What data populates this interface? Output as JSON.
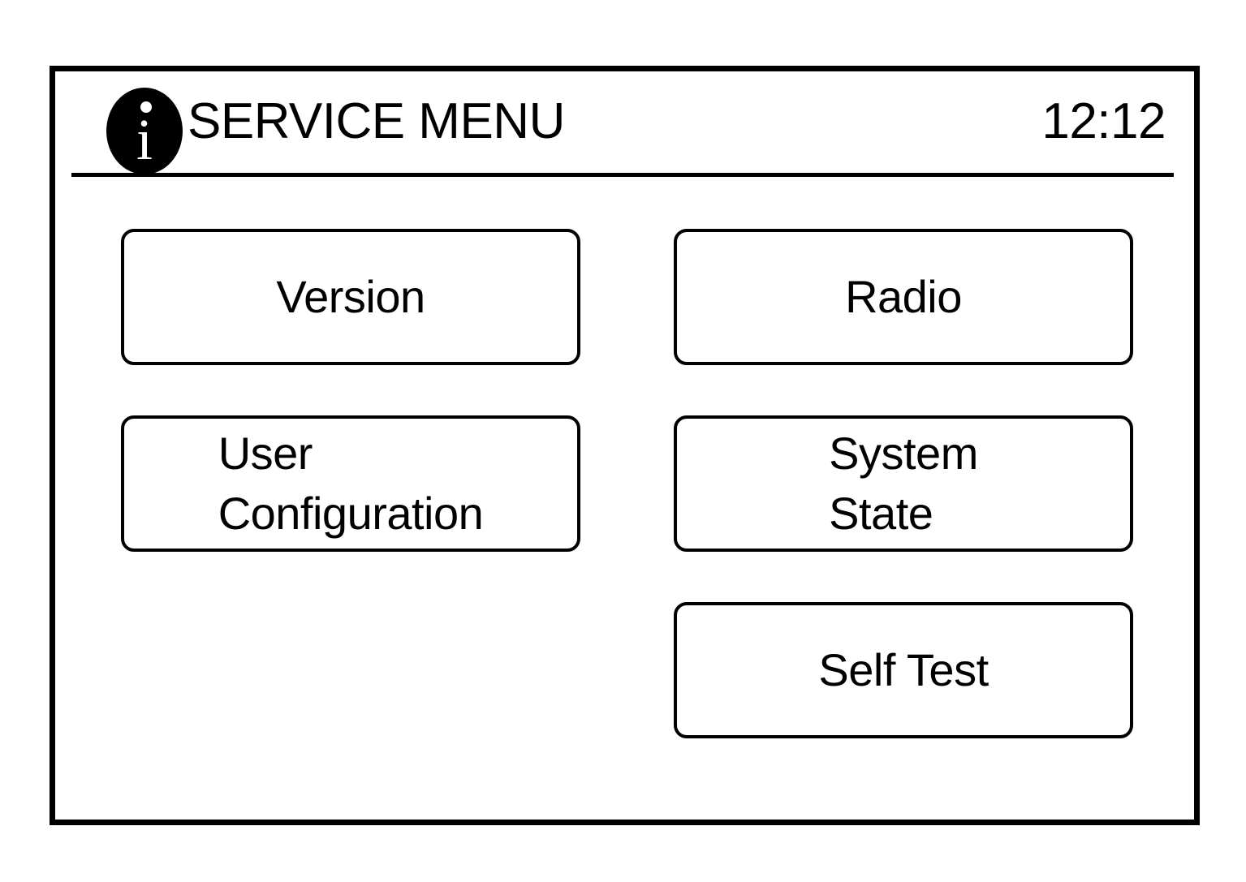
{
  "screen": {
    "header": {
      "icon": "info-icon",
      "icon_glyph": "i",
      "title": "SERVICE MENU",
      "clock": "12:12"
    },
    "menu": {
      "columns": [
        {
          "items": [
            {
              "id": "version",
              "label": "Version",
              "align": "center"
            },
            {
              "id": "user-configuration",
              "label": "User\nConfiguration",
              "align": "left"
            }
          ]
        },
        {
          "items": [
            {
              "id": "radio",
              "label": "Radio",
              "align": "center"
            },
            {
              "id": "system-state",
              "label": "System\nState",
              "align": "left"
            },
            {
              "id": "self-test",
              "label": "Self Test",
              "align": "center"
            }
          ]
        }
      ]
    },
    "colors": {
      "background": "#ffffff",
      "foreground": "#000000",
      "frame": "#000000"
    }
  }
}
